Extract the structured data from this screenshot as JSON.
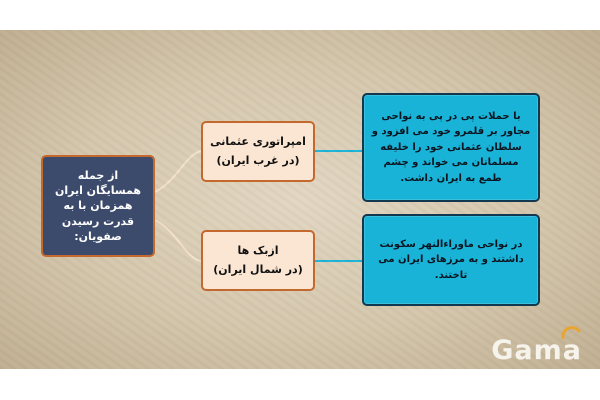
{
  "root": {
    "text": "از جمله همسایگان ایران همزمان با به قدرت رسیدن صفویان:"
  },
  "branches": [
    {
      "title": "امپراتوری عثمانی",
      "subtitle": "(در غرب ایران)",
      "detail": "با حملات پی در پی به نواحی مجاور بر قلمرو خود می افزود و سلطان عثمانی خود را خلیفه مسلمانان می خواند و چشم طمع به ایران داشت."
    },
    {
      "title": "ازبک ها",
      "subtitle": "(در شمال ایران)",
      "detail": "در نواحی ماوراءالنهر سکونت داشتند و به مرزهای ایران می تاختند."
    }
  ],
  "logo": {
    "text": "Gama"
  },
  "colors": {
    "root_fill": "#3c4b6b",
    "mid_fill": "#fbe6d3",
    "leaf_fill": "#1ab3d8",
    "border_orange": "#c4692e",
    "leaf_border": "#11384e",
    "connector_light": "#f3e1cb"
  }
}
